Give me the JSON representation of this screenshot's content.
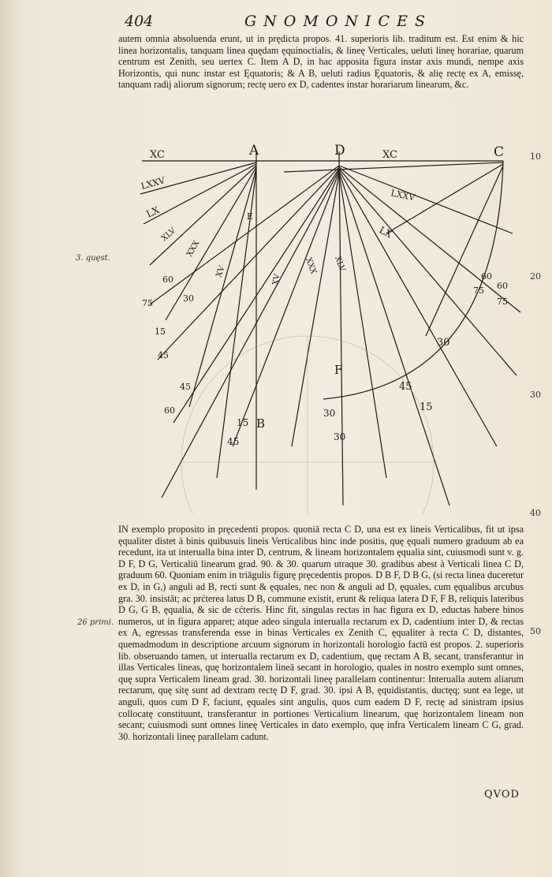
{
  "header": {
    "page_number": "404",
    "running_head": "GNOMONICES"
  },
  "body": {
    "para1": "autem omnia absoluenda erunt, ut in prędicta propos. 41. superioris lib. traditum est. Est enim & hic linea horizontalis, tanquam linea quędam ęquinoctialis, & lineę Verticales, ueluti lineę horariae, quarum centrum est Zenith, seu uertex C. Item A D, in hac apposita figura instar axis mundi, nempe axis Horizontis, qui nunc instar est Ęquatoris; & A B, ueluti radius Ęquatoris, & alię rectę ex A, emissę, tanquam radij aliorum signorum; rectę uero ex D, cadentes instar horariarum linearum, &c.",
    "para2": "IN exemplo proposito in pręcedenti propos. quoniā recta C D, una est ex lineis Verticalibus, fit ut ipsa ęqualiter distet à binis quibusuis lineis Verticalibus hinc inde positis, quę ęquali numero graduum ab ea recedunt, ita ut interualla bina inter D, centrum, & lineam horizontalem ęqualia sint, cuiusmodi sunt v. g. D F, D G, Verticaliū linearum grad. 90. & 30. quarum utraque 30. gradibus abest à Verticali linea C D, graduum 60. Quoniam enim in triāgulis figurę pręcedentis propos. D B F, D B G, (si recta linea duceretur ex D, in G,) anguli ad B, recti sunt & ęquales, nec non & anguli ad D, ęquales, cum ęqualibus arcubus gra. 30. insistāt; ac prćterea latus D B, commune existit, erunt & reliqua latera D F, F B, reliquis lateribus D G, G B, ęqualia, & sic de cćteris. Hinc fit, singulas rectas in hac figura ex D, eductas habere binos numeros, ut in figura apparet; atque adeo singula interualla rectarum ex D, cadentium inter D, & rectas ex A, egressas transferenda esse in binas Verticales ex Zenith C, ęqualiter à recta C D, distantes, quemadmodum in descriptione arcuum signorum in horizontali horologio factū est propos. 2. superioris lib. obseruando tamen, ut interualla rectarum ex D, cadentium, quę rectam A B, secant, transferantur in illas Verticales lineas, quę horizontalem lineā secant in horologio, quales in nostro exemplo sunt omnes, quę supra Verticalem lineam grad. 30. horizontali lineę parallelam continentur: Interualla autem aliarum rectarum, quę sitę sunt ad dextram rectę D F, grad. 30. ipsi A B, ęquidistantis, ductęq; sunt ea lege, ut anguli, quos cum D F, faciunt, ęquales sint angulis, quos cum eadem D F, rectę ad sinistram ipsius collocatę constituunt, transferantur in portiones Verticalium linearum, quę horizontalem lineam non secant; cuiusmodi sunt omnes lineę Verticales in dato exemplo, quę infra Verticalem lineam C G, grad. 30. horizontali lineę parallelam cadunt.",
    "catchword": "QVOD"
  },
  "margin": {
    "line_10": "10",
    "line_20": "20",
    "line_30": "30",
    "line_40": "40",
    "line_50": "50",
    "note_1": "3. quęst.",
    "note_2": "26 primi."
  },
  "figure": {
    "labels": {
      "A": "A",
      "D": "D",
      "C": "C",
      "E": "E",
      "F": "F",
      "B": "B",
      "xc": "XC",
      "xc_r": "XC",
      "lxxv": "LXXV",
      "lxxv_r": "LXXV",
      "lx": "LX",
      "lx_r": "LX",
      "xlv": "XLV",
      "xlv_r": "XLV",
      "xxx": "XXX",
      "xxx_r": "XXX",
      "xv": "XV",
      "xv_r": "XV",
      "n75": "75",
      "n60": "60",
      "n60b": "60",
      "n30": "30",
      "n15": "15",
      "n45": "45",
      "n45b": "45",
      "n15b": "15",
      "n30b": "30",
      "n30c": "30",
      "n45c": "45",
      "n60c": "60",
      "n60d": "60",
      "n75b": "75",
      "n75c": "75",
      "n30d": "30",
      "n45d": "45",
      "n15c": "15"
    }
  }
}
